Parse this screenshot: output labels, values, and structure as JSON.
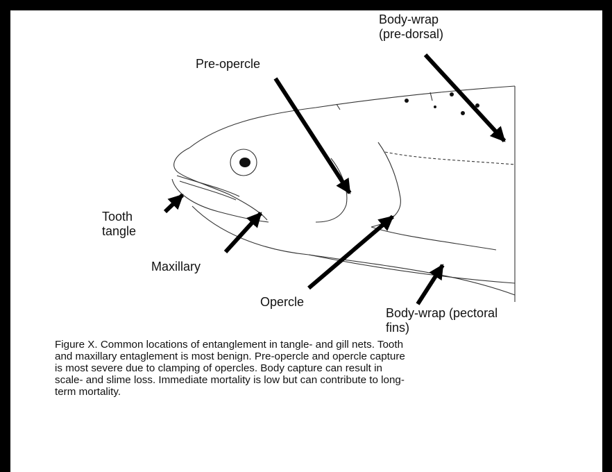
{
  "labels": {
    "body_wrap_predorsal": "Body-wrap\n(pre-dorsal)",
    "pre_opercle": "Pre-opercle",
    "tooth_tangle": "Tooth\ntangle",
    "maxillary": "Maxillary",
    "opercle": "Opercle",
    "body_wrap_pectoral": "Body-wrap (pectoral\nfins)"
  },
  "caption": "Figure X.  Common locations of entanglement in tangle- and gill nets.  Tooth\nand maxillary entaglement is most benign.  Pre-opercle and opercle capture\nis most severe due to clamping of opercles.  Body capture can result in\nscale- and slime loss.  Immediate mortality is low but can contribute to long-\nterm mortality.",
  "colors": {
    "border": "#000000",
    "background": "#ffffff",
    "ink": "#111111"
  }
}
